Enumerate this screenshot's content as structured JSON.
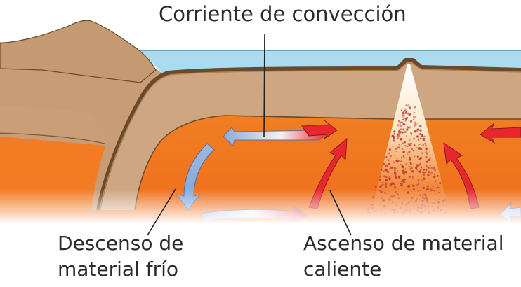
{
  "labels": {
    "convection_current": "Corriente de convección",
    "descent_line1": "Descenso de",
    "descent_line2": "material frío",
    "ascent_line1": "Ascenso de material",
    "ascent_line2": "caliente"
  },
  "colors": {
    "ocean": "#a9dcef",
    "mountain": "#c49a72",
    "crust_line": "#6b4a2b",
    "continental_crust": "#cfa682",
    "mantle": "#f17a22",
    "mantle_light": "#f7a14a",
    "cold_arrow": "#8ea9d8",
    "hot_arrow": "#e8262d",
    "magma_spray": "#c0352c",
    "leader_line": "#222222"
  }
}
